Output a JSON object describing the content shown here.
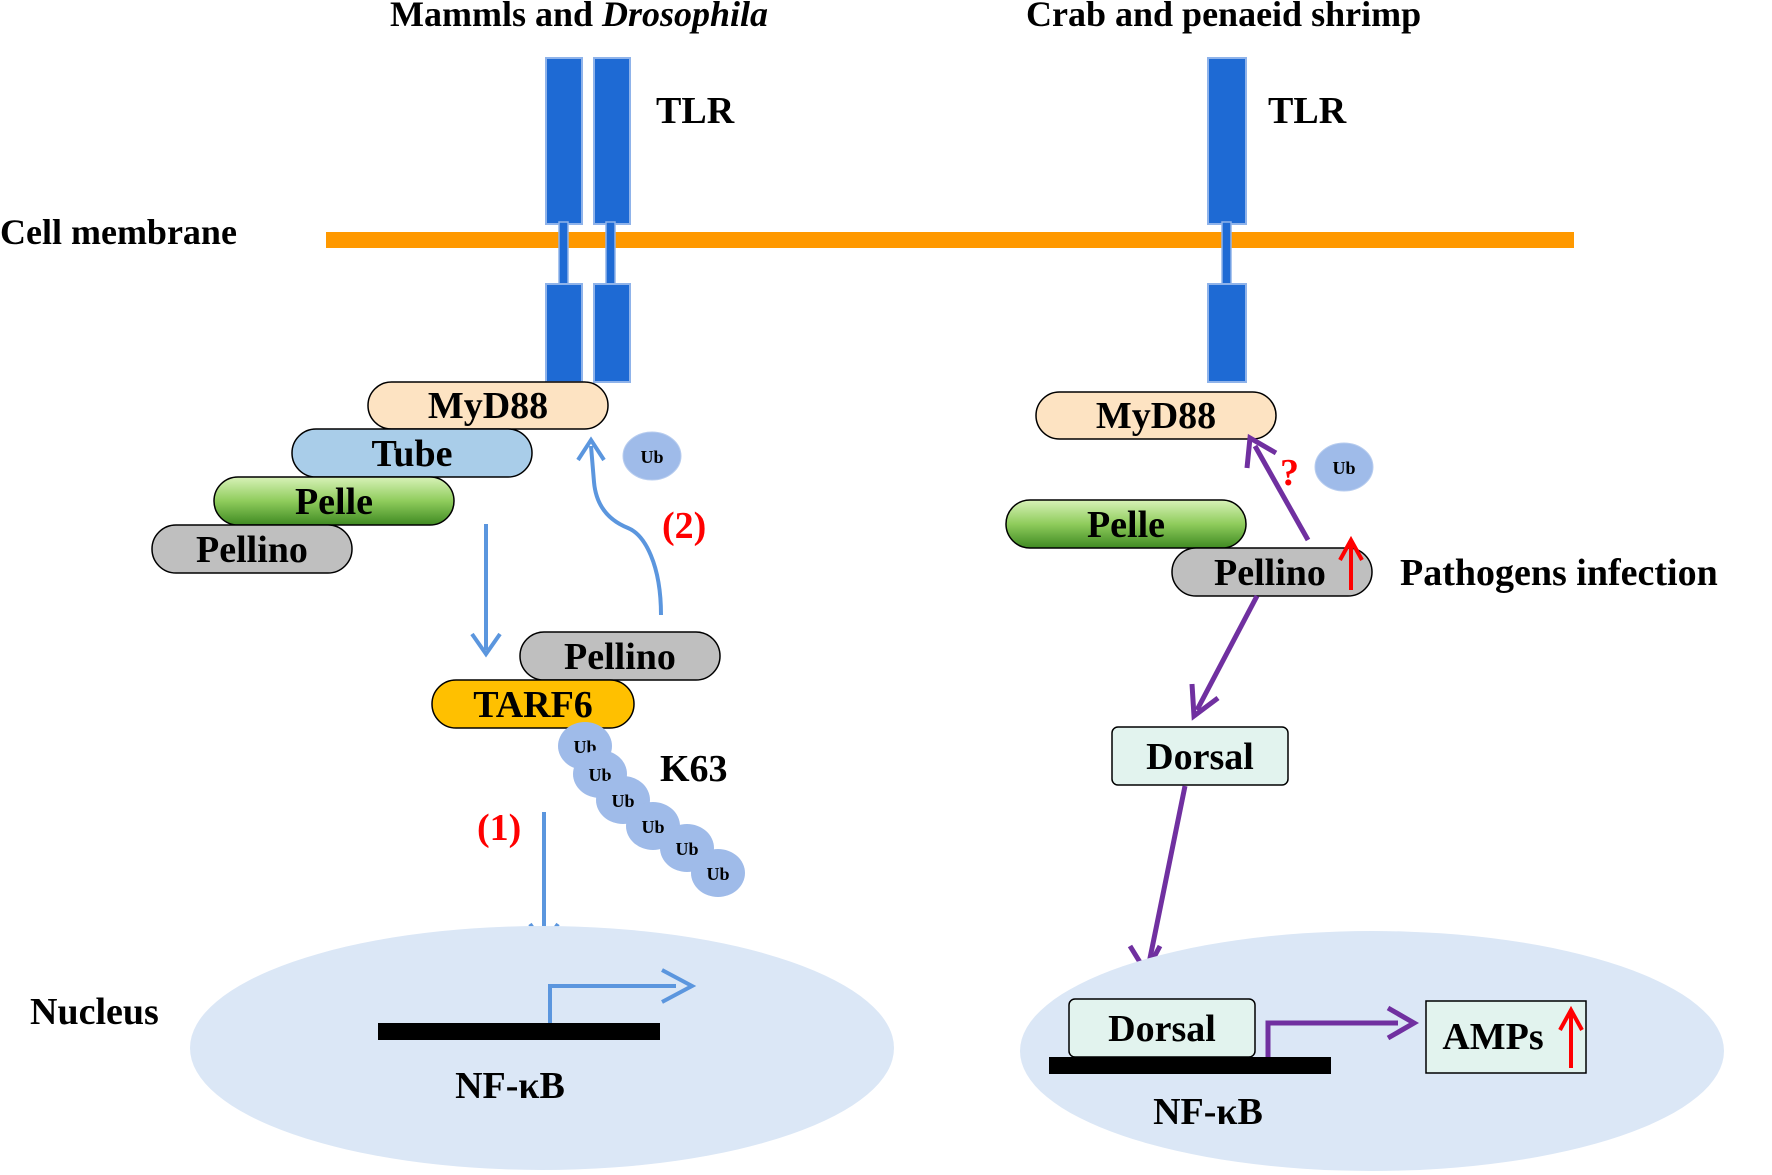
{
  "titles": {
    "left_prefix": "Mammls and ",
    "left_italic": "Drosophila",
    "right": "Crab and penaeid shrimp"
  },
  "labels": {
    "tlr": "TLR",
    "cell_membrane": "Cell membrane",
    "nucleus": "Nucleus",
    "nfkb": "NF-κB",
    "k63": "K63",
    "ub": "Ub",
    "step1": "(1)",
    "step2": "(2)",
    "question": "?",
    "pathogens": "Pathogens infection"
  },
  "proteins": {
    "myd88": "MyD88",
    "tube": "Tube",
    "pelle": "Pelle",
    "pellino": "Pellino",
    "tarf6": "TARF6",
    "dorsal": "Dorsal",
    "amps": "AMPs"
  },
  "colors": {
    "membrane": "#ff9900",
    "tlr": "#1e6ad4",
    "myd88": "#fde3c2",
    "tube": "#a9cde9",
    "pelle_top": "#c9eaa5",
    "pelle_bottom": "#4e9a2c",
    "pellino": "#bfbfbf",
    "tarf6": "#ffc000",
    "ub": "#9fbbe9",
    "nucleus": "#dbe7f6",
    "dorsal_box": "#e2f3ee",
    "arrow_left": "#5b96de",
    "arrow_right": "#7030a0",
    "up_arrow": "#ff0000",
    "question": "#ff0000",
    "step_label": "#ff0000"
  }
}
